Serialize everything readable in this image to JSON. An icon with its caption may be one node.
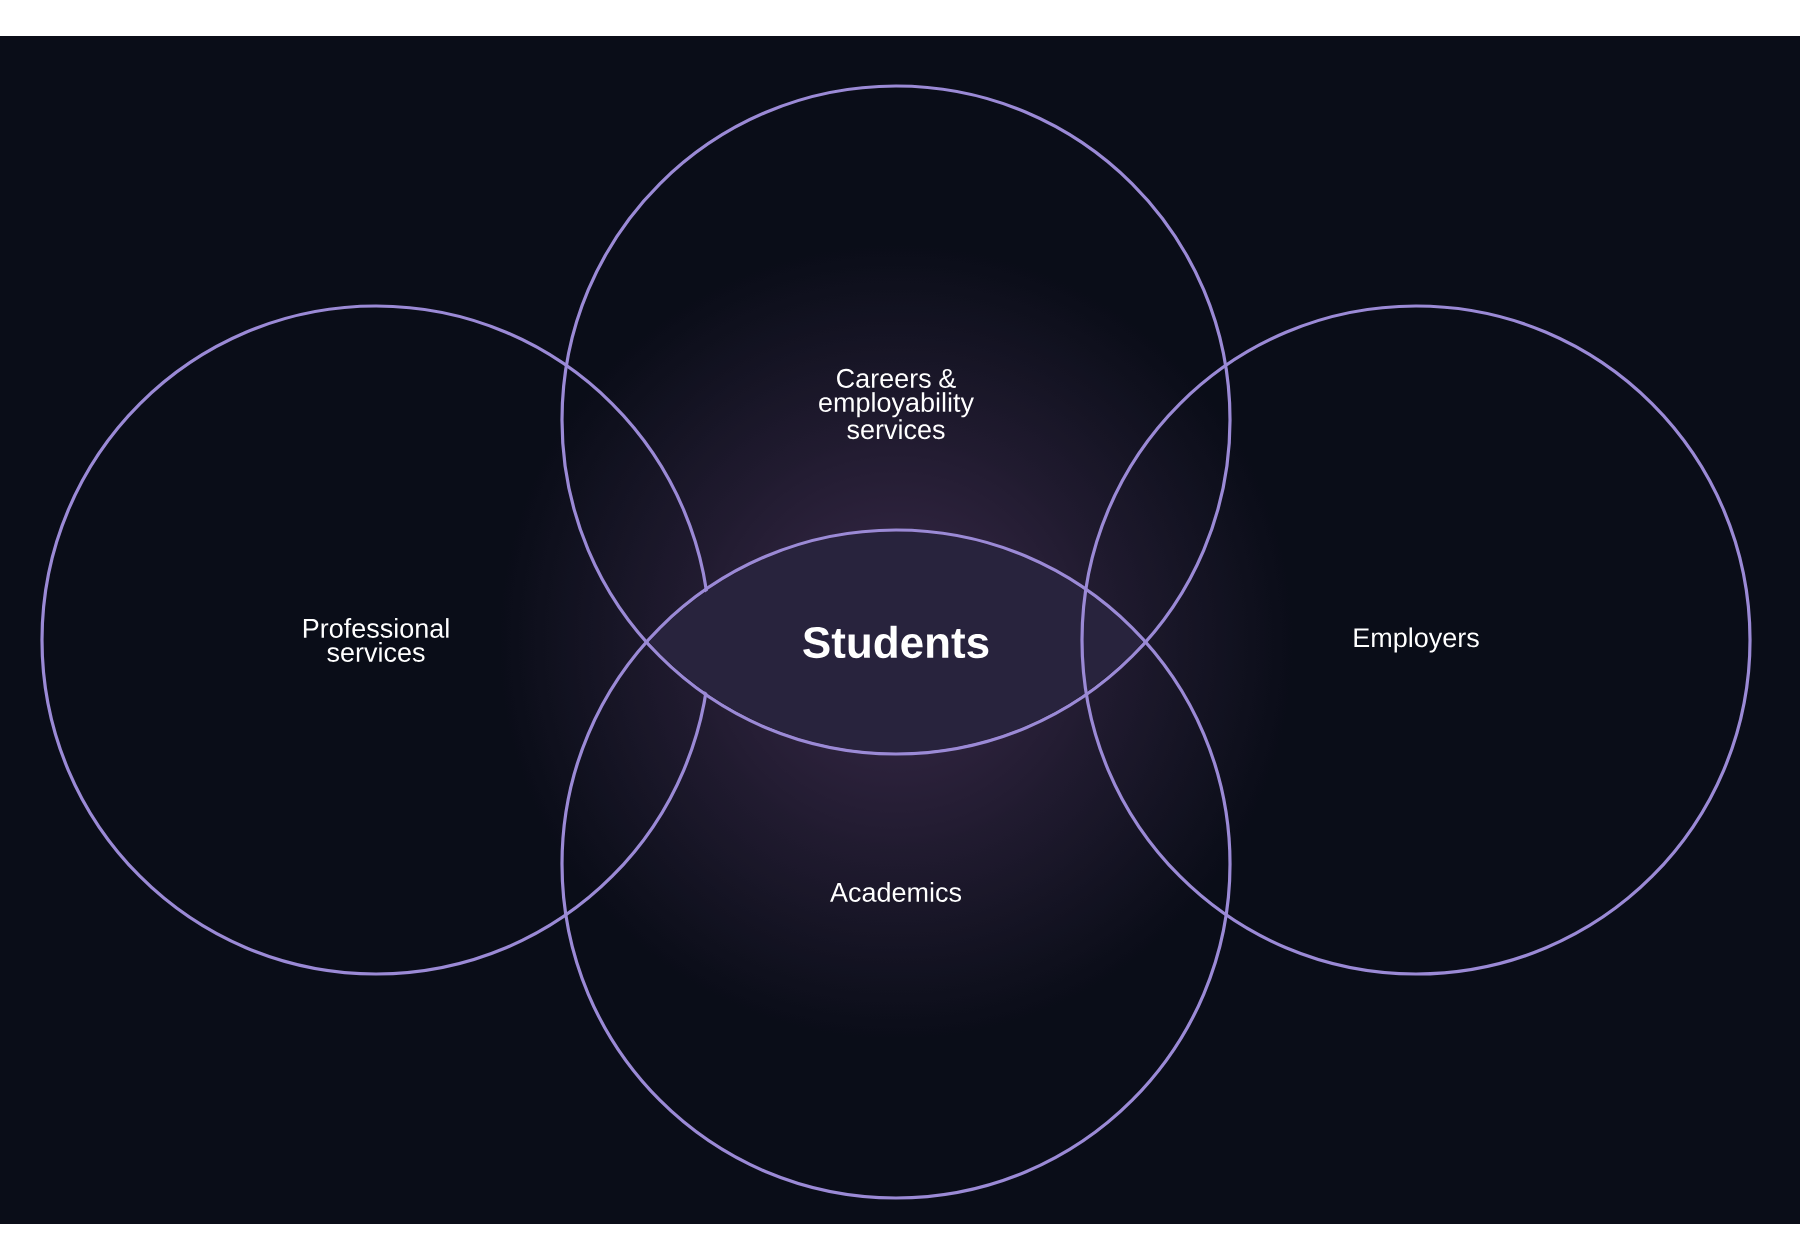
{
  "diagram": {
    "nodes": [
      {
        "text": [
          "Careers & employability services"
        ]
      },
      {
        "text": [
          "Professional services"
        ]
      },
      {
        "text": [
          "Students"
        ]
      },
      {
        "text": [
          "Employers"
        ]
      },
      {
        "text": [
          "Academics"
        ]
      }
    ]
  }
}
